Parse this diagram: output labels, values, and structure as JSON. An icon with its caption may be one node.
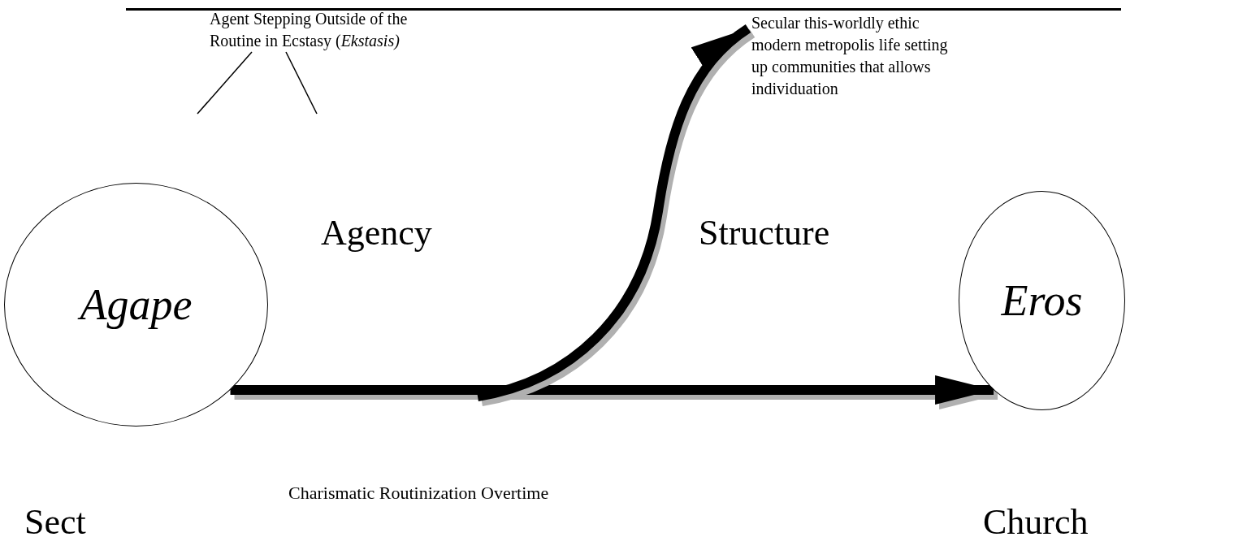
{
  "diagram": {
    "nodes": [
      {
        "text": [
          "Agape"
        ],
        "beside": [
          "Sect"
        ]
      },
      {
        "text": [
          "Eros"
        ],
        "beside": [
          "Church"
        ]
      },
      {
        "text": [
          "Secular this-worldly ethic modern metropolis life setting up communities that allows individuation"
        ]
      },
      {
        "text": [
          "Agent Stepping Outside of the Routine in Ecstasy (*Ekstasis)*"
        ]
      }
    ],
    "edges": [
      {
        "from": 0,
        "to": 1,
        "arrow": "to",
        "style": "thick"
      },
      {
        "from": null,
        "to": 2,
        "arrow": "to",
        "style": "thick"
      },
      {
        "from": 3,
        "to": null,
        "arrow": "none"
      },
      {
        "from": 3,
        "to": null,
        "arrow": "none"
      }
    ],
    "labels": [
      "Agency",
      "Structure",
      "Charismatic Routinization Overtime"
    ]
  }
}
